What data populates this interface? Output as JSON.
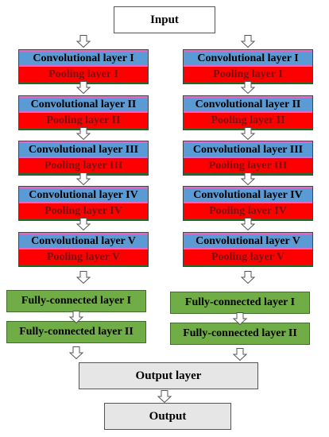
{
  "input_label": "Input",
  "branches": [
    {
      "conv_layers": [
        {
          "conv": "Convolutional layer I",
          "pool": "Pooling layer I"
        },
        {
          "conv": "Convolutional layer II",
          "pool": "Pooling layer II"
        },
        {
          "conv": "Convolutional layer III",
          "pool": "Pooling layer III"
        },
        {
          "conv": "Convolutional layer IV",
          "pool": "Pooling layer IV"
        },
        {
          "conv": "Convolutional layer V",
          "pool": "Pooling layer V"
        }
      ],
      "fc_layers": [
        "Fully-connected layer I",
        "Fully-connected layer II"
      ]
    },
    {
      "conv_layers": [
        {
          "conv": "Convolutional layer I",
          "pool": "Pooling layer I"
        },
        {
          "conv": "Convolutional layer II",
          "pool": "Pooling layer II"
        },
        {
          "conv": "Convolutional layer III",
          "pool": "Pooling layer III"
        },
        {
          "conv": "Convolutional layer IV",
          "pool": "Pooling layer IV"
        },
        {
          "conv": "Convolutional layer V",
          "pool": "Pooling layer V"
        }
      ],
      "fc_layers": [
        "Fully-connected layer I",
        "Fully-connected layer II"
      ]
    }
  ],
  "output_layer_label": "Output layer",
  "output_label": "Output",
  "colors": {
    "conv": "#5b9bd5",
    "pool": "#ff0000",
    "fc": "#70ad47",
    "output": "#e6e6e6"
  }
}
